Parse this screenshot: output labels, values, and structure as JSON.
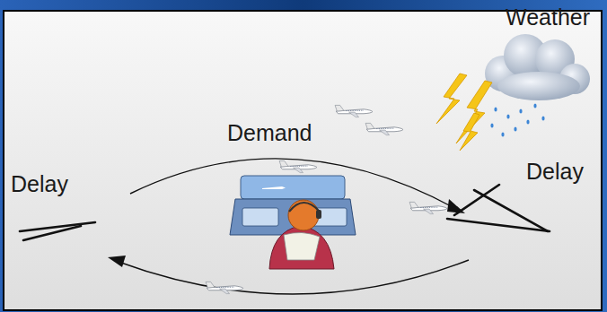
{
  "diagram": {
    "labels": [
      "Weather",
      "Demand",
      "Delay",
      "Delay"
    ]
  }
}
